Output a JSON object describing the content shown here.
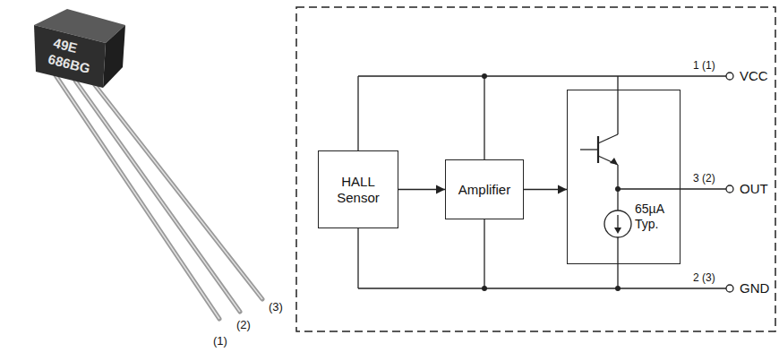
{
  "diagram": {
    "nodes": [
      {
        "text": [
          "HALL Sensor"
        ]
      },
      {
        "text": [
          "Amplifier"
        ]
      },
      {
        "text": [
          "65µA Typ."
        ]
      }
    ],
    "edges": [
      {
        "from": 0,
        "to": 1,
        "arrow": "to"
      },
      {
        "from": 1,
        "to": 2,
        "arrow": "to"
      }
    ],
    "labels": [
      "49E",
      "686BG",
      "(1)",
      "(2)",
      "(3)",
      "1 (1)",
      "VCC",
      "3 (2)",
      "OUT",
      "2 (3)",
      "GND"
    ]
  }
}
